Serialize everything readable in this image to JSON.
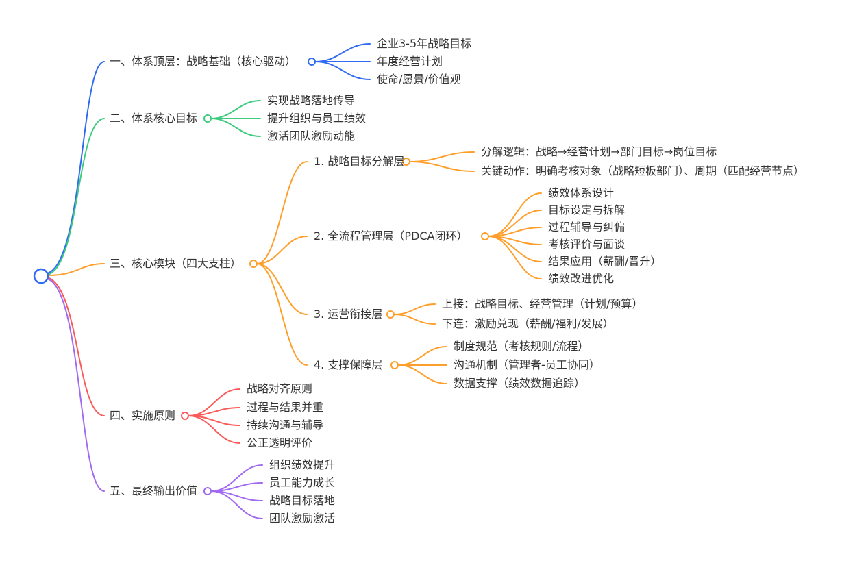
{
  "palette": {
    "blue": "#2f6bf2",
    "green": "#3ecb7e",
    "orange": "#ff9f2b",
    "red": "#fa5a5a",
    "purple": "#a16af0",
    "text": "#333333",
    "canvas_background": "#ffffff"
  },
  "mindmap": {
    "branches": [
      {
        "label": "一、体系顶层：战略基础（核心驱动）",
        "color": "#2f6bf2",
        "children": [
          {
            "label": "企业3-5年战略目标"
          },
          {
            "label": "年度经营计划"
          },
          {
            "label": "使命/愿景/价值观"
          }
        ]
      },
      {
        "label": "二、体系核心目标",
        "color": "#3ecb7e",
        "children": [
          {
            "label": "实现战略落地传导"
          },
          {
            "label": "提升组织与员工绩效"
          },
          {
            "label": "激活团队激励动能"
          }
        ]
      },
      {
        "label": "三、核心模块（四大支柱）",
        "color": "#ff9f2b",
        "children": [
          {
            "label": "1. 战略目标分解层",
            "children": [
              {
                "label": "分解逻辑：战略→经营计划→部门目标→岗位目标"
              },
              {
                "label": "关键动作：明确考核对象（战略短板部门）、周期（匹配经营节点）"
              }
            ]
          },
          {
            "label": "2. 全流程管理层（PDCA闭环）",
            "children": [
              {
                "label": "绩效体系设计"
              },
              {
                "label": "目标设定与拆解"
              },
              {
                "label": "过程辅导与纠偏"
              },
              {
                "label": "考核评价与面谈"
              },
              {
                "label": "结果应用（薪酬/晋升）"
              },
              {
                "label": "绩效改进优化"
              }
            ]
          },
          {
            "label": "3. 运营衔接层",
            "children": [
              {
                "label": "上接：战略目标、经营管理（计划/预算）"
              },
              {
                "label": "下连：激励兑现（薪酬/福利/发展）"
              }
            ]
          },
          {
            "label": "4. 支撑保障层",
            "children": [
              {
                "label": "制度规范（考核规则/流程）"
              },
              {
                "label": "沟通机制（管理者-员工协同）"
              },
              {
                "label": "数据支撑（绩效数据追踪）"
              }
            ]
          }
        ]
      },
      {
        "label": "四、实施原则",
        "color": "#fa5a5a",
        "children": [
          {
            "label": "战略对齐原则"
          },
          {
            "label": "过程与结果并重"
          },
          {
            "label": "持续沟通与辅导"
          },
          {
            "label": "公正透明评价"
          }
        ]
      },
      {
        "label": "五、最终输出价值",
        "color": "#a16af0",
        "children": [
          {
            "label": "组织绩效提升"
          },
          {
            "label": "员工能力成长"
          },
          {
            "label": "战略目标落地"
          },
          {
            "label": "团队激励激活"
          }
        ]
      }
    ]
  }
}
